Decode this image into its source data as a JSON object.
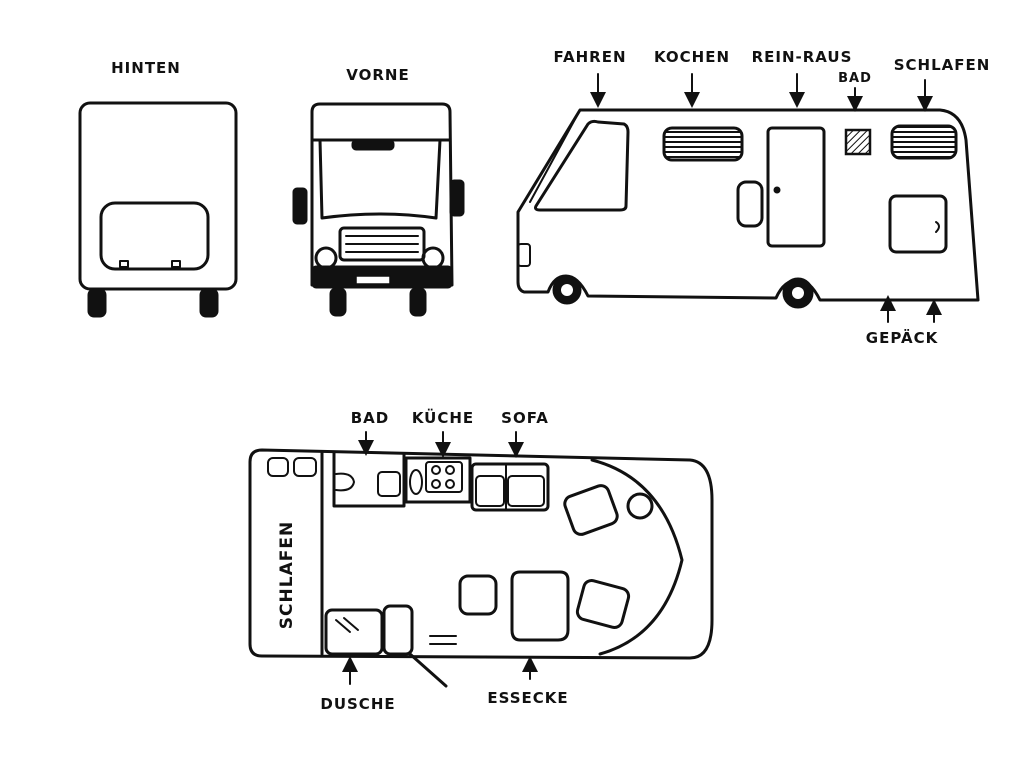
{
  "views": {
    "back": "HINTEN",
    "front": "VORNE"
  },
  "side_labels": {
    "fahren": "FAHREN",
    "kochen": "KOCHEN",
    "rein_raus": "REIN-RAUS",
    "bad": "BAD",
    "schlafen": "SCHLAFEN",
    "gepaeck": "GEPÄCK"
  },
  "floorplan_labels": {
    "bad": "BAD",
    "kueche": "KÜCHE",
    "sofa": "SOFA",
    "schlafen": "SCHLAFEN",
    "dusche": "DUSCHE",
    "essecke": "ESSECKE"
  }
}
